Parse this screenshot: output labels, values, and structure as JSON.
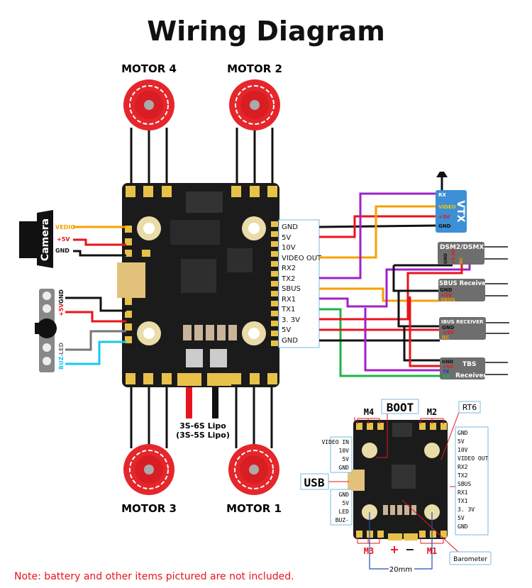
{
  "title": "Wiring Diagram",
  "motors": {
    "m4": "MOTOR 4",
    "m2": "MOTOR 2",
    "m3": "MOTOR 3",
    "m1": "MOTOR 1"
  },
  "camera": {
    "label": "Camera",
    "pins": [
      "VEDIO",
      "+5V",
      "GND"
    ]
  },
  "buzzer_led": {
    "pins": [
      "GND",
      "+5V",
      "LED",
      "BUZ-"
    ]
  },
  "fc_pins": [
    "GND",
    "5V",
    "10V",
    "VIDEO OUT",
    "RX2",
    "TX2",
    "SBUS",
    "RX1",
    "TX1",
    "3. 3V",
    "5V",
    "GND"
  ],
  "battery": {
    "line1": "3S-6S Lipo",
    "line2": "(3S-5S Lipo)"
  },
  "vtx": {
    "label": "VTX",
    "pins": [
      "RX",
      "VIDEO",
      "+5V",
      "GND"
    ]
  },
  "dsm": {
    "label": "DSM2/DSMX",
    "pins": [
      "GND",
      "+3.3V",
      "RC"
    ]
  },
  "sbus": {
    "label": "SBUS Receiver",
    "pins": [
      "GND",
      "+5V",
      "SBUS"
    ]
  },
  "ibus": {
    "label": "IBUS RECEIVER",
    "pins": [
      "GND",
      "+5V",
      "RC"
    ]
  },
  "tbs": {
    "label1": "TBS",
    "label2": "Receiver",
    "pins": [
      "GND",
      "+5V",
      "TX",
      "RX"
    ]
  },
  "detail": {
    "boot": "BOOT",
    "rt6": "RT6",
    "m4": "M4",
    "m2": "M2",
    "m3": "M3",
    "m1": "M1",
    "usb": "USB",
    "barometer": "Barometer",
    "spacing": "20mm",
    "plus": "+",
    "minus": "−",
    "left_top": [
      "VIDEO IN",
      "10V",
      "5V",
      "GND"
    ],
    "left_bottom": [
      "GND",
      "5V",
      "LED",
      "BUZ-"
    ],
    "right": [
      "GND",
      "5V",
      "10V",
      "VIDEO OUT",
      "RX2",
      "TX2",
      "SBUS",
      "RX1",
      "TX1",
      "3. 3V",
      "5V",
      "GND"
    ]
  },
  "note": "Note: battery and other items pictured are not included.",
  "colors": {
    "black": "#111111",
    "red": "#e8141b",
    "orange": "#f5a100",
    "purple": "#a020c8",
    "green": "#1fb34a",
    "cyan": "#14c8f0",
    "gray": "#777777",
    "vtx": "#3d8fd6",
    "module": "#6e6e6e",
    "board": "#1b1b1b",
    "pad": "#e8c14a"
  }
}
